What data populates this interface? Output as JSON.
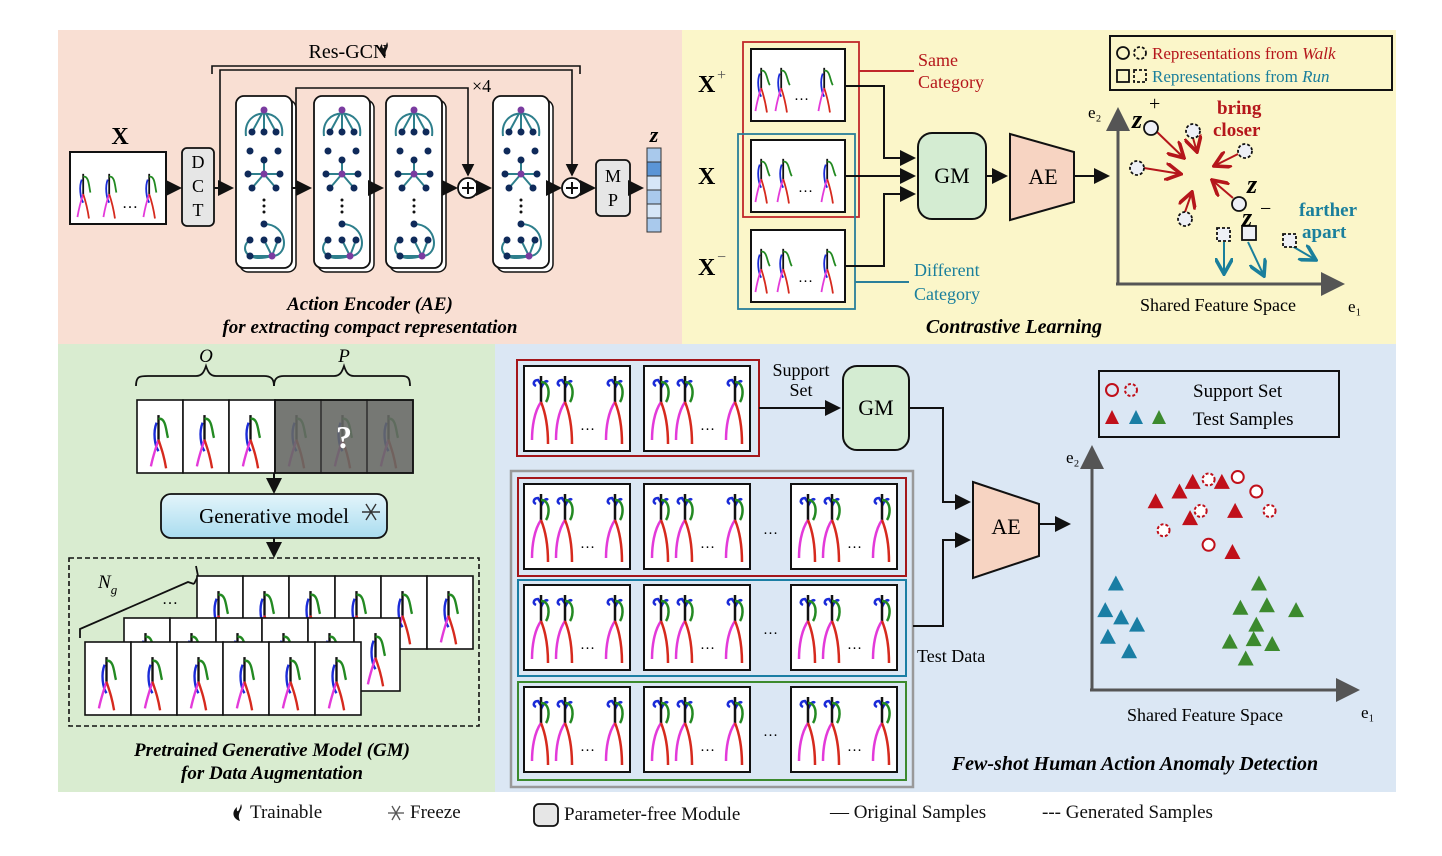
{
  "panels": {
    "action_encoder": {
      "input_label": "X",
      "res_gcn_label": "Res-GCN",
      "repeat_label": "×4",
      "dct_letters": [
        "D",
        "C",
        "T"
      ],
      "mp_letters": [
        "M",
        "P"
      ],
      "output_label": "z",
      "title_line1": "Action Encoder (AE)",
      "title_line2": "for extracting compact representation",
      "embedding_cell_colors": [
        "#a9c9ec",
        "#5b95d6",
        "#d6e6f7",
        "#a9c9ec",
        "#d6e6f7",
        "#a9c9ec"
      ],
      "background": "#f9dfd3"
    },
    "contrastive": {
      "row_labels": [
        "X",
        "X",
        "X"
      ],
      "row_superscripts": [
        "+",
        "",
        "−"
      ],
      "same_category_label": [
        "Same",
        "Category"
      ],
      "different_category_label": [
        "Different",
        "Category"
      ],
      "gm_label": "GM",
      "ae_label": "AE",
      "legend": {
        "walk_prefix": "Representations from ",
        "walk_word": "Walk",
        "run_prefix": "Representations from ",
        "run_word": "Run"
      },
      "axis_y": "e₂",
      "axis_x": "e₁",
      "space_label": "Shared Feature Space",
      "z_plus": "z",
      "z_plus_sup": "+",
      "z_anchor": "z",
      "z_minus": "z",
      "z_minus_sup": "−",
      "bring_closer": [
        "bring",
        "closer"
      ],
      "farther_apart": [
        "farther",
        "apart"
      ],
      "title": "Contrastive Learning",
      "colors": {
        "walk": "#b5161b",
        "run": "#1a7f9c",
        "background": "#fbf6c9"
      }
    },
    "generative_model": {
      "observed_label": "O",
      "predicted_label": "P",
      "unknown_mark": "?",
      "model_label": "Generative model",
      "ng_label": "N",
      "ng_sub": "g",
      "ellipsis": "…",
      "title_line1": "Pretrained Generative Model (GM)",
      "title_line2": "for Data Augmentation",
      "background": "#d9ecd0"
    },
    "few_shot": {
      "support_set_label": [
        "Support",
        "Set"
      ],
      "gm_label": "GM",
      "ae_label": "AE",
      "test_data_label": "Test Data",
      "legend": {
        "support": "Support Set",
        "test": "Test Samples"
      },
      "axis_y": "e₂",
      "axis_x": "e₁",
      "space_label": "Shared Feature Space",
      "title": "Few-shot Human Action Anomaly Detection",
      "group_colors": {
        "red": "#c0101a",
        "blue": "#1a7ea4",
        "green": "#3c8a2e"
      },
      "background": "#dbe7f4"
    }
  },
  "footer_legend": {
    "trainable": "Trainable",
    "freeze": "Freeze",
    "parameter_free": "Parameter-free Module",
    "original": "— Original Samples",
    "generated": "--- Generated Samples"
  },
  "chart_data": {
    "type": "scatter",
    "title": "Few-shot Human Action Anomaly Detection",
    "xlabel": "e₁",
    "ylabel": "e₂",
    "annotation": "Shared Feature Space",
    "legend_position": "top-right",
    "series": [
      {
        "name": "Support Set (original)",
        "marker": "circle",
        "color": "#c0101a",
        "points": [
          [
            0.62,
            0.82
          ],
          [
            0.44,
            0.6
          ],
          [
            0.55,
            0.88
          ]
        ]
      },
      {
        "name": "Support Set (generated)",
        "marker": "dashed-circle",
        "color": "#c0101a",
        "points": [
          [
            0.44,
            0.87
          ],
          [
            0.41,
            0.74
          ],
          [
            0.67,
            0.74
          ],
          [
            0.27,
            0.66
          ]
        ]
      },
      {
        "name": "Test Samples (normal, red)",
        "marker": "triangle",
        "color": "#c0101a",
        "points": [
          [
            0.38,
            0.86
          ],
          [
            0.33,
            0.82
          ],
          [
            0.24,
            0.78
          ],
          [
            0.49,
            0.86
          ],
          [
            0.54,
            0.74
          ],
          [
            0.37,
            0.71
          ],
          [
            0.53,
            0.57
          ]
        ]
      },
      {
        "name": "Test Samples (anomaly, blue)",
        "marker": "triangle",
        "color": "#1a7ea4",
        "points": [
          [
            0.09,
            0.44
          ],
          [
            0.05,
            0.33
          ],
          [
            0.11,
            0.3
          ],
          [
            0.17,
            0.27
          ],
          [
            0.06,
            0.22
          ],
          [
            0.14,
            0.16
          ]
        ]
      },
      {
        "name": "Test Samples (anomaly, green)",
        "marker": "triangle",
        "color": "#3c8a2e",
        "points": [
          [
            0.63,
            0.44
          ],
          [
            0.56,
            0.34
          ],
          [
            0.66,
            0.35
          ],
          [
            0.77,
            0.33
          ],
          [
            0.62,
            0.27
          ],
          [
            0.52,
            0.2
          ],
          [
            0.61,
            0.21
          ],
          [
            0.68,
            0.19
          ],
          [
            0.58,
            0.13
          ]
        ]
      }
    ]
  }
}
